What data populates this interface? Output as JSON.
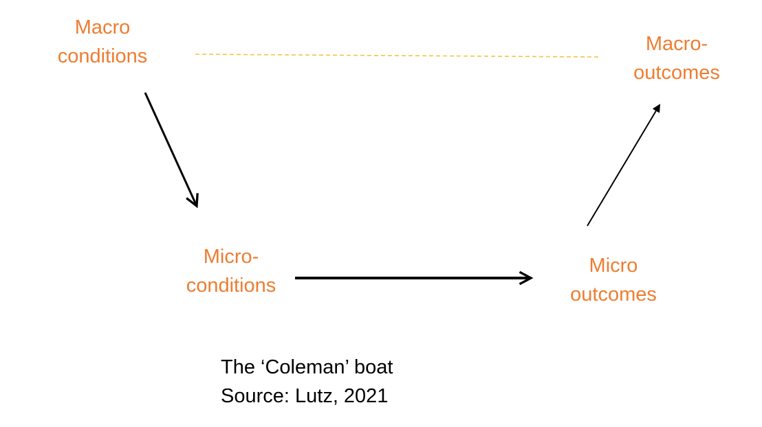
{
  "nodes": {
    "macro_conditions": {
      "lines": [
        "Macro",
        "conditions"
      ]
    },
    "macro_outcomes": {
      "lines": [
        "Macro-",
        "outcomes"
      ]
    },
    "micro_conditions": {
      "lines": [
        "Micro-",
        "conditions"
      ]
    },
    "micro_outcomes": {
      "lines": [
        "Micro",
        "outcomes"
      ]
    }
  },
  "caption": {
    "line1": "The ‘Coleman’ boat",
    "line2": "Source: Lutz, 2021"
  },
  "colors": {
    "node_text": "#ED7D31",
    "dashed_link": "#F5C242",
    "arrows": "#000000",
    "caption_text": "#000000"
  }
}
